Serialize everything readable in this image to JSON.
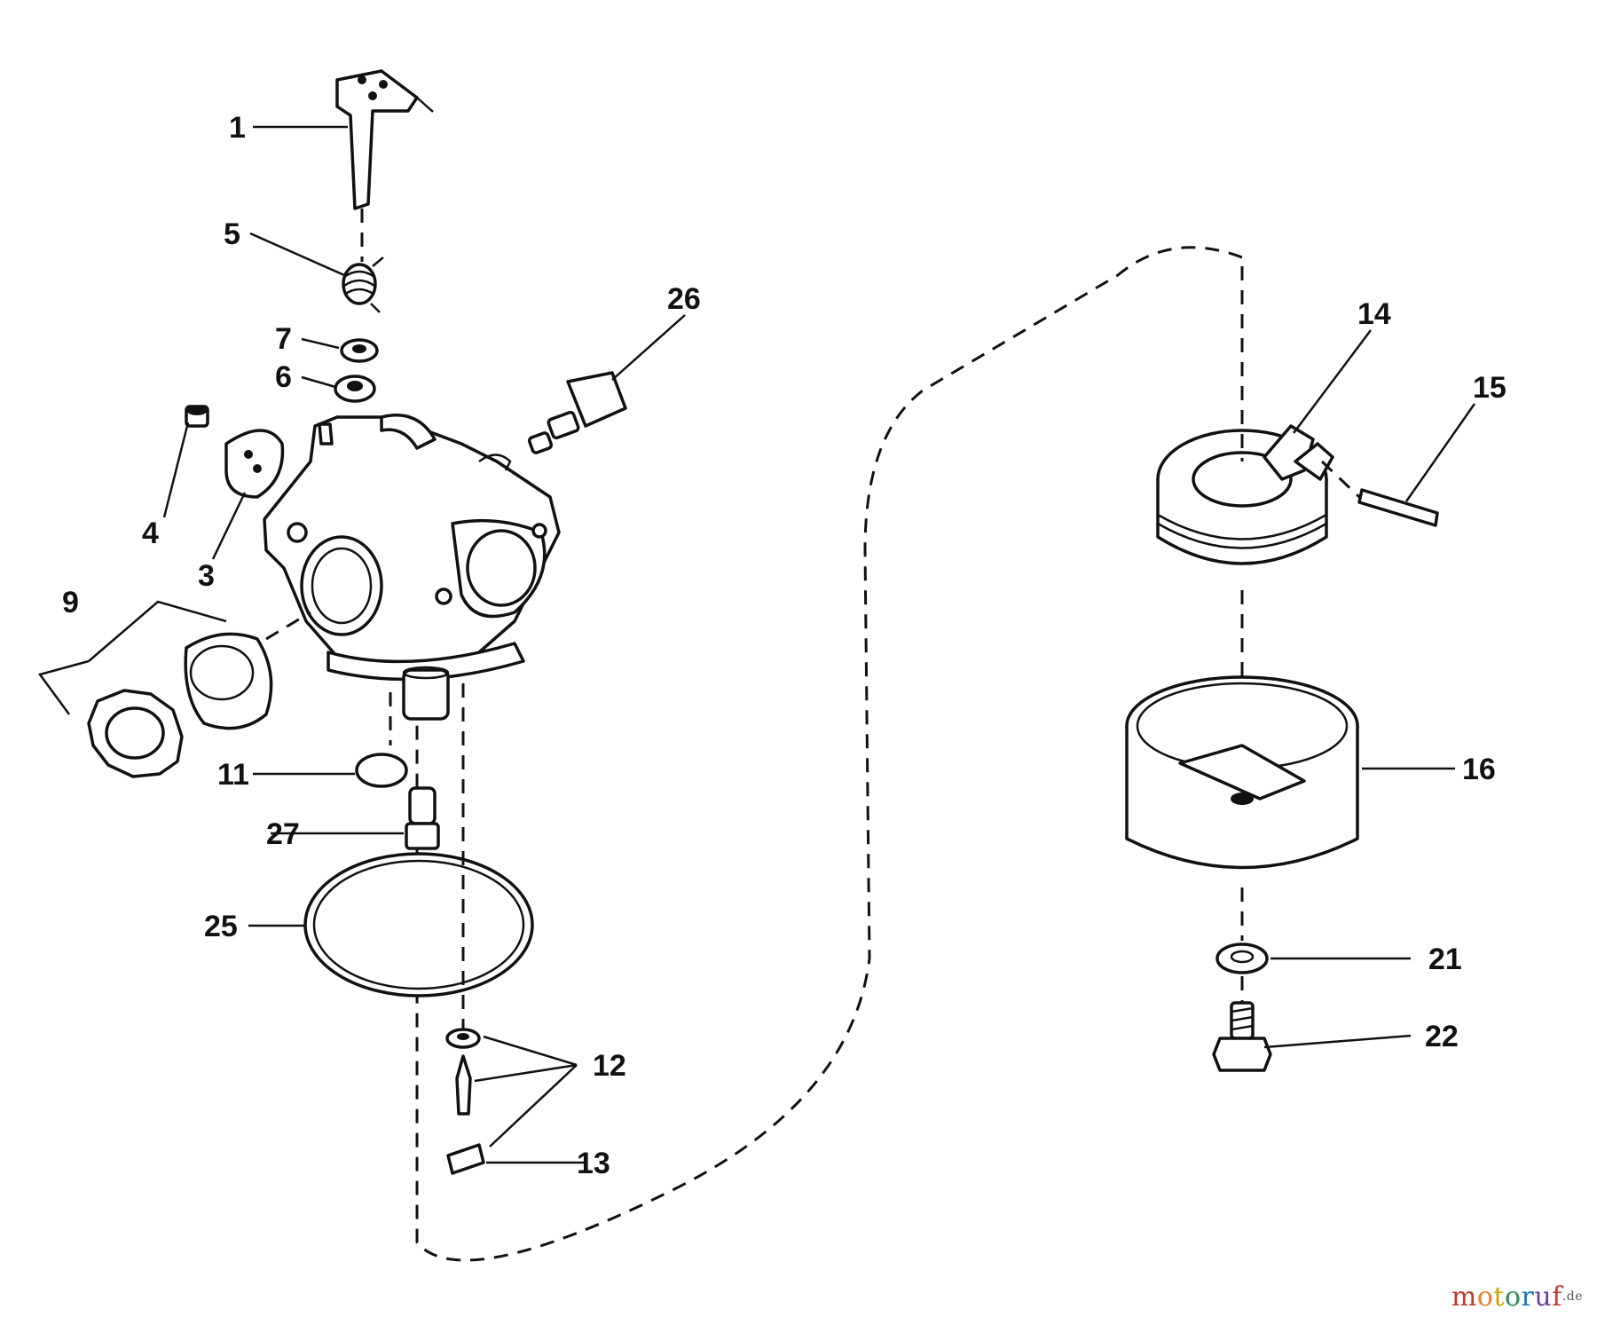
{
  "diagram": {
    "callouts": [
      {
        "id": "1",
        "label": "1"
      },
      {
        "id": "5",
        "label": "5"
      },
      {
        "id": "7",
        "label": "7"
      },
      {
        "id": "6",
        "label": "6"
      },
      {
        "id": "4",
        "label": "4"
      },
      {
        "id": "3",
        "label": "3"
      },
      {
        "id": "9",
        "label": "9"
      },
      {
        "id": "26",
        "label": "26"
      },
      {
        "id": "11",
        "label": "11"
      },
      {
        "id": "27",
        "label": "27"
      },
      {
        "id": "25",
        "label": "25"
      },
      {
        "id": "12",
        "label": "12"
      },
      {
        "id": "13",
        "label": "13"
      },
      {
        "id": "14",
        "label": "14"
      },
      {
        "id": "15",
        "label": "15"
      },
      {
        "id": "16",
        "label": "16"
      },
      {
        "id": "21",
        "label": "21"
      },
      {
        "id": "22",
        "label": "22"
      }
    ]
  },
  "watermark": {
    "letters": [
      "m",
      "o",
      "t",
      "o",
      "r",
      "u",
      "f"
    ],
    "suffix": ".de",
    "colors": [
      "#c0392b",
      "#e67e22",
      "#c9a400",
      "#2e8b57",
      "#1f6fb5",
      "#6a3d9a",
      "#c0392b"
    ],
    "suffix_color": "#555555"
  }
}
